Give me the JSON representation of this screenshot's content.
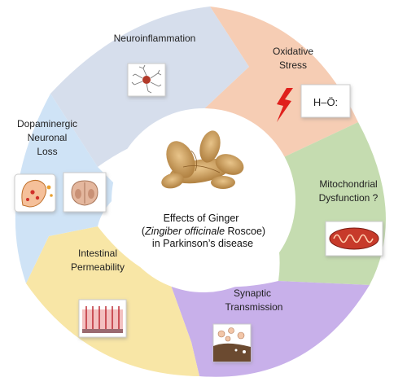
{
  "title": "Effects of Ginger (Zingiber officinale Roscoe) in Parkinson's disease",
  "center": {
    "line1": "Effects of Ginger",
    "line2_italic": "Zingiber officinale",
    "line2_rest": " Roscoe",
    "line2_open": "(",
    "line2_close": ")",
    "line3": "in Parkinson’s disease"
  },
  "segments": [
    {
      "id": "neuroinflammation",
      "lines": [
        "Neuroinflammation"
      ],
      "color": "#d6deec",
      "icon": "microglia-icon"
    },
    {
      "id": "oxidative-stress",
      "lines": [
        "Oxidative",
        "Stress"
      ],
      "color": "#f6cdb4",
      "icon": "hydroxyl-radical-icon",
      "icon_text": "H–Ö:"
    },
    {
      "id": "mitochondrial-dysfunction",
      "lines": [
        "Mitochondrial",
        "Dysfunction ?"
      ],
      "color": "#c5dcb0",
      "icon": "mitochondrion-icon"
    },
    {
      "id": "synaptic-transmission",
      "lines": [
        "Synaptic",
        "Transmission"
      ],
      "color": "#c8b0ea",
      "icon": "synapse-icon"
    },
    {
      "id": "intestinal-permeability",
      "lines": [
        "Intestinal",
        "Permeability"
      ],
      "color": "#f8e6a6",
      "icon": "intestinal-villi-icon"
    },
    {
      "id": "dopaminergic-neuronal-loss",
      "lines": [
        "Dopaminergic",
        "Neuronal",
        "Loss"
      ],
      "color": "#cfe3f6",
      "icon": "neuron-loss-icon"
    }
  ]
}
